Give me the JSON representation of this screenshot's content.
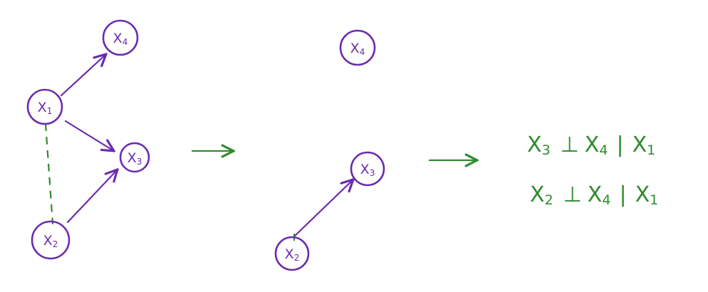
{
  "colors": {
    "node": "#6a2cae",
    "edge": "#6a2cae",
    "annotation": "#2e8b2e"
  },
  "graph_left": {
    "nodes": [
      {
        "id": "x4",
        "base": "X",
        "sub": "4"
      },
      {
        "id": "x1",
        "base": "X",
        "sub": "1"
      },
      {
        "id": "x3",
        "base": "X",
        "sub": "3"
      },
      {
        "id": "x2",
        "base": "X",
        "sub": "2"
      }
    ],
    "edges": [
      {
        "from": "x1",
        "to": "x4",
        "style": "directed"
      },
      {
        "from": "x1",
        "to": "x3",
        "style": "directed"
      },
      {
        "from": "x2",
        "to": "x3",
        "style": "directed"
      },
      {
        "from": "x1",
        "to": "x2",
        "style": "dashed"
      }
    ]
  },
  "graph_middle": {
    "nodes": [
      {
        "id": "x4",
        "base": "X",
        "sub": "4"
      },
      {
        "id": "x3",
        "base": "X",
        "sub": "3"
      },
      {
        "id": "x2",
        "base": "X",
        "sub": "2"
      }
    ],
    "edges": [
      {
        "from": "x2",
        "to": "x3",
        "style": "directed"
      }
    ]
  },
  "relations": [
    {
      "lhs": "X",
      "lhs_sub": "3",
      "op": "⊥",
      "rhs": "X",
      "rhs_sub": "4",
      "bar": "|",
      "given": "X",
      "given_sub": "1"
    },
    {
      "lhs": "X",
      "lhs_sub": "2",
      "op": "⊥",
      "rhs": "X",
      "rhs_sub": "4",
      "bar": "|",
      "given": "X",
      "given_sub": "1"
    }
  ]
}
